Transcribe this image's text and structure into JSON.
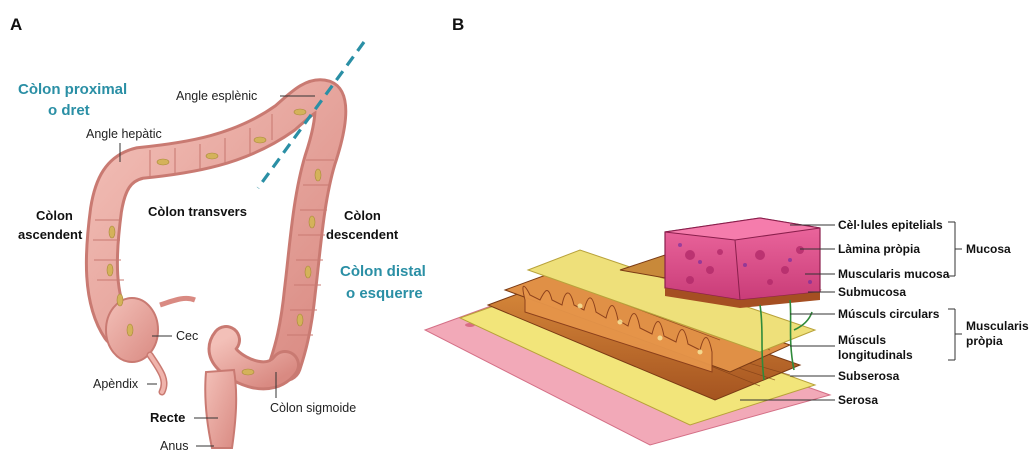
{
  "panels": {
    "a": "A",
    "b": "B"
  },
  "colors": {
    "teal": "#2a8fa5",
    "colon": "#e9a29a",
    "colon_dark": "#c97a72",
    "taenia": "#d4b25a"
  },
  "colon": {
    "proximal": [
      "Còlon proximal",
      "o dret"
    ],
    "distal": [
      "Còlon distal",
      "o esquerre"
    ],
    "angle_esplenic": "Angle esplènic",
    "angle_hepatic": "Angle hepàtic",
    "transvers": "Còlon transvers",
    "ascendent": [
      "Còlon",
      "ascendent"
    ],
    "descendent": [
      "Còlon",
      "descendent"
    ],
    "cec": "Cec",
    "apendix": "Apèndix",
    "recte": "Recte",
    "anus": "Anus",
    "sigmoide": "Còlon sigmoide"
  },
  "wall": {
    "cel_epitelials": "Cèl·lules epitelials",
    "lamina_propia": "Làmina pròpia",
    "muscularis_mucosa": "Muscularis mucosa",
    "submucosa": "Submucosa",
    "musculs_circulars": "Músculs circulars",
    "musculs_longitudinals": [
      "Músculs",
      "longitudinals"
    ],
    "subserosa": "Subserosa",
    "serosa": "Serosa",
    "group_mucosa": "Mucosa",
    "group_muscularis": [
      "Muscularis",
      "pròpia"
    ]
  }
}
